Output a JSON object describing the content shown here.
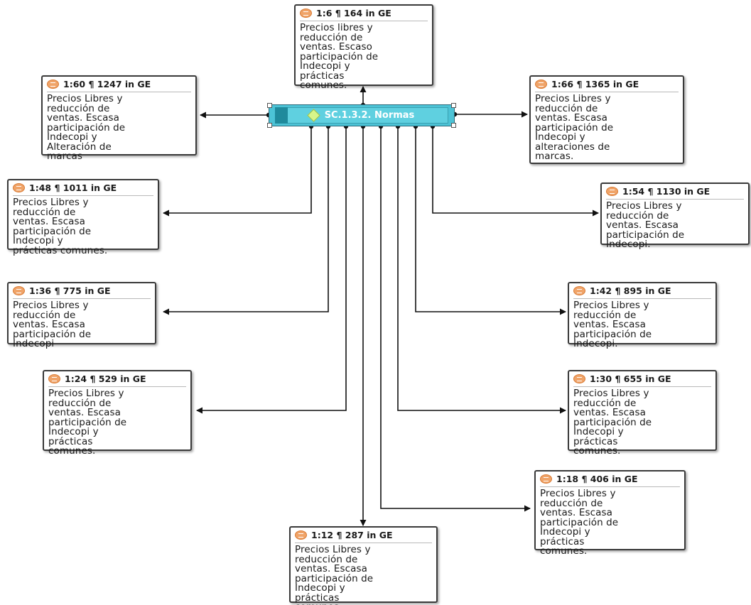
{
  "code": {
    "label": "SC.1.3.2. Normas",
    "icon": "diamond-icon"
  },
  "quotes": [
    {
      "id": "q1",
      "head": "1:6 ¶ 164 in GE",
      "text": "Precios libres y\nreducción de\nventas. Escaso\nparticipación de\nIndecopi y\nprácticas\ncomunes."
    },
    {
      "id": "q2",
      "head": "1:60 ¶ 1247 in GE",
      "text": "Precios Libres y\nreducción de\nventas. Escasa\nparticipación de\nIndecopi y\nAlteración de\nmarcas"
    },
    {
      "id": "q3",
      "head": "1:66 ¶ 1365 in GE",
      "text": "Precios Libres y\nreducción de\nventas. Escasa\nparticipación de\nIndecopi y\nalteraciones de\nmarcas."
    },
    {
      "id": "q4",
      "head": "1:48 ¶ 1011 in GE",
      "text": "Precios Libres y\nreducción de\nventas. Escasa\nparticipación de\nIndecopi y\nprácticas comunes."
    },
    {
      "id": "q5",
      "head": "1:54 ¶ 1130 in GE",
      "text": "Precios Libres y\nreducción de\nventas. Escasa\nparticipación de\nIndecopi."
    },
    {
      "id": "q6",
      "head": "1:36 ¶ 775 in GE",
      "text": "Precios Libres y\nreducción de\nventas. Escasa\nparticipación de\nIndecopi"
    },
    {
      "id": "q7",
      "head": "1:42 ¶ 895 in GE",
      "text": "Precios Libres y\nreducción de\nventas. Escasa\nparticipación de\nIndecopi."
    },
    {
      "id": "q8",
      "head": "1:24 ¶ 529 in GE",
      "text": "Precios Libres y\nreducción de\nventas. Escasa\nparticipación de\nIndecopi y\nprácticas\ncomunes."
    },
    {
      "id": "q9",
      "head": "1:30 ¶ 655 in GE",
      "text": "Precios Libres y\nreducción de\nventas. Escasa\nparticipación de\nIndecopi y\nprácticas\ncomunes."
    },
    {
      "id": "q10",
      "head": "1:18 ¶ 406 in GE",
      "text": "Precios Libres y\nreducción de\nventas. Escasa\nparticipación de\nIndecopi y\nprácticas\ncomunes."
    },
    {
      "id": "q11",
      "head": "1:12 ¶ 287 in GE",
      "text": "Precios Libres y\nreducción de\nventas. Escasa\nparticipación de\nIndecopi y\nprácticas\ncomunes."
    }
  ],
  "quote_icon": "quotation-icon",
  "colors": {
    "code_fill": "#5fd0e0",
    "code_dark": "#1f8a9c",
    "quote_icon": "#f0a469",
    "line": "#111111"
  }
}
